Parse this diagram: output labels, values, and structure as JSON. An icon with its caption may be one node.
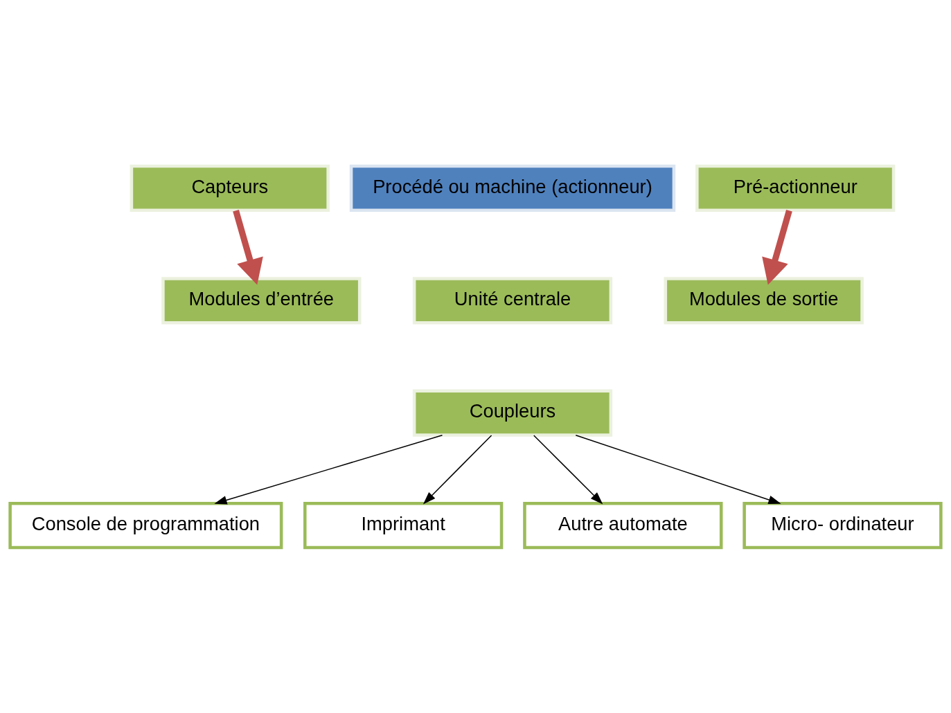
{
  "diagram": {
    "nodes": [
      {
        "text": [
          "Capteurs"
        ]
      },
      {
        "text": [
          "Procédé ou machine (actionneur)"
        ]
      },
      {
        "text": [
          "Pré-actionneur"
        ]
      },
      {
        "text": [
          "Modules d’entrée"
        ]
      },
      {
        "text": [
          "Unité centrale"
        ]
      },
      {
        "text": [
          "Modules de sortie"
        ]
      },
      {
        "text": [
          "Coupleurs"
        ]
      },
      {
        "text": [
          "Console de programmation"
        ]
      },
      {
        "text": [
          "Imprimant"
        ]
      },
      {
        "text": [
          "Autre automate"
        ]
      },
      {
        "text": [
          "Micro- ordinateur"
        ]
      }
    ],
    "edges": [
      {
        "from": 0,
        "to": 3,
        "arrow": "to",
        "style": "thick",
        "color": "#c0504d"
      },
      {
        "from": 2,
        "to": 5,
        "arrow": "to",
        "style": "thick",
        "color": "#c0504d"
      },
      {
        "from": 6,
        "to": 7,
        "arrow": "to"
      },
      {
        "from": 6,
        "to": 8,
        "arrow": "to"
      },
      {
        "from": 6,
        "to": 9,
        "arrow": "to"
      },
      {
        "from": 6,
        "to": 10,
        "arrow": "to"
      }
    ]
  }
}
